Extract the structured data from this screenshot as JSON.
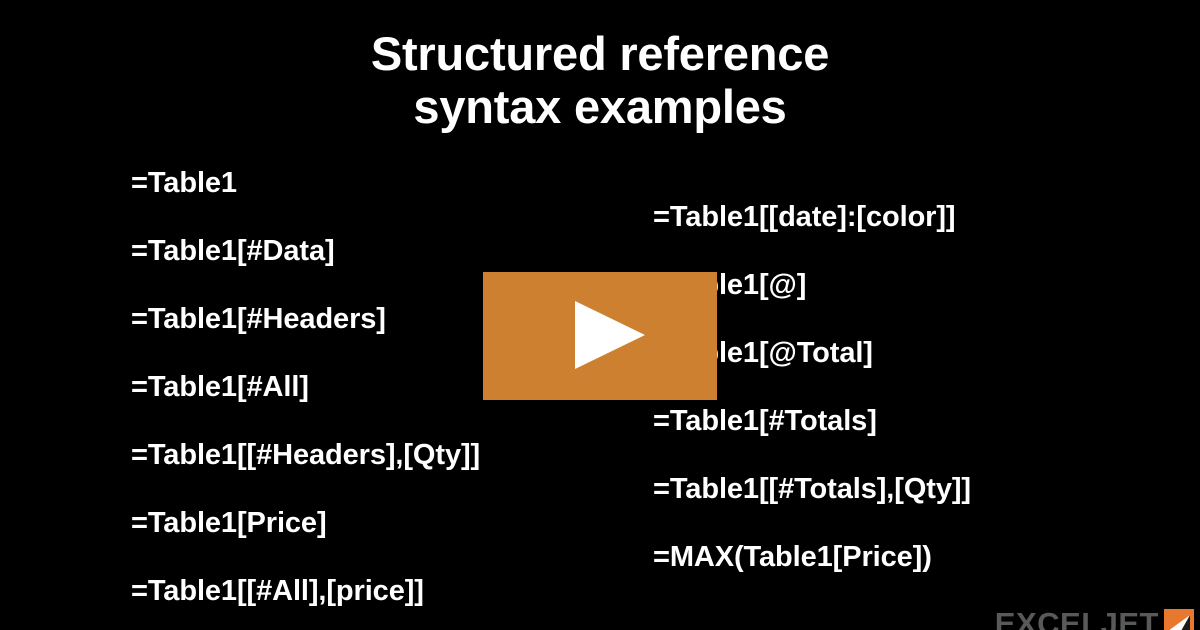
{
  "slide": {
    "background_color": "#000000",
    "title_lines": [
      "Structured reference",
      "syntax examples"
    ],
    "text_color": "#ffffff"
  },
  "left_column": {
    "items": [
      "=Table1",
      "=Table1[#Data]",
      "=Table1[#Headers]",
      "=Table1[#All]",
      "=Table1[[#Headers],[Qty]]",
      "=Table1[Price]",
      "=Table1[[#All],[price]]"
    ]
  },
  "right_column": {
    "items": [
      "=Table1[[date]:[color]]",
      "=Table1[@]",
      "=Table1[@Total]",
      "=Table1[#Totals]",
      "=Table1[[#Totals],[Qty]]",
      "=MAX(Table1[Price])"
    ]
  },
  "play_button": {
    "label": "Play video",
    "background_color": "#cd8130",
    "triangle_color": "#ffffff"
  },
  "logo": {
    "word": "EXCELJET",
    "word_color": "#58595b",
    "mark_color": "#e8782d"
  }
}
